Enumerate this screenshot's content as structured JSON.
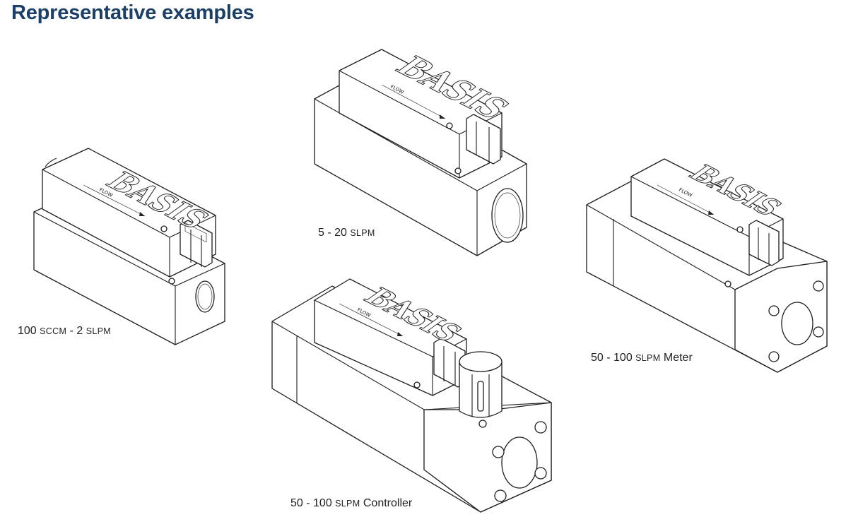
{
  "heading": "Representative examples",
  "captions": {
    "small": {
      "value": "100",
      "unit1": "SCCM",
      "sep": "-",
      "value2": "2",
      "unit2": "SLPM",
      "suffix": ""
    },
    "medium": {
      "value": "5 - 20",
      "unit": "SLPM",
      "suffix": ""
    },
    "meter": {
      "value": "50 - 100",
      "unit": "SLPM",
      "suffix": "Meter"
    },
    "controller": {
      "value": "50 - 100",
      "unit": "SLPM",
      "suffix": "Controller"
    }
  },
  "device_labels": {
    "brand": "BASIS",
    "flow": "FLOW"
  },
  "colors": {
    "heading": "#1b3f66",
    "outline": "#1d1d1d",
    "caption": "#222222"
  }
}
